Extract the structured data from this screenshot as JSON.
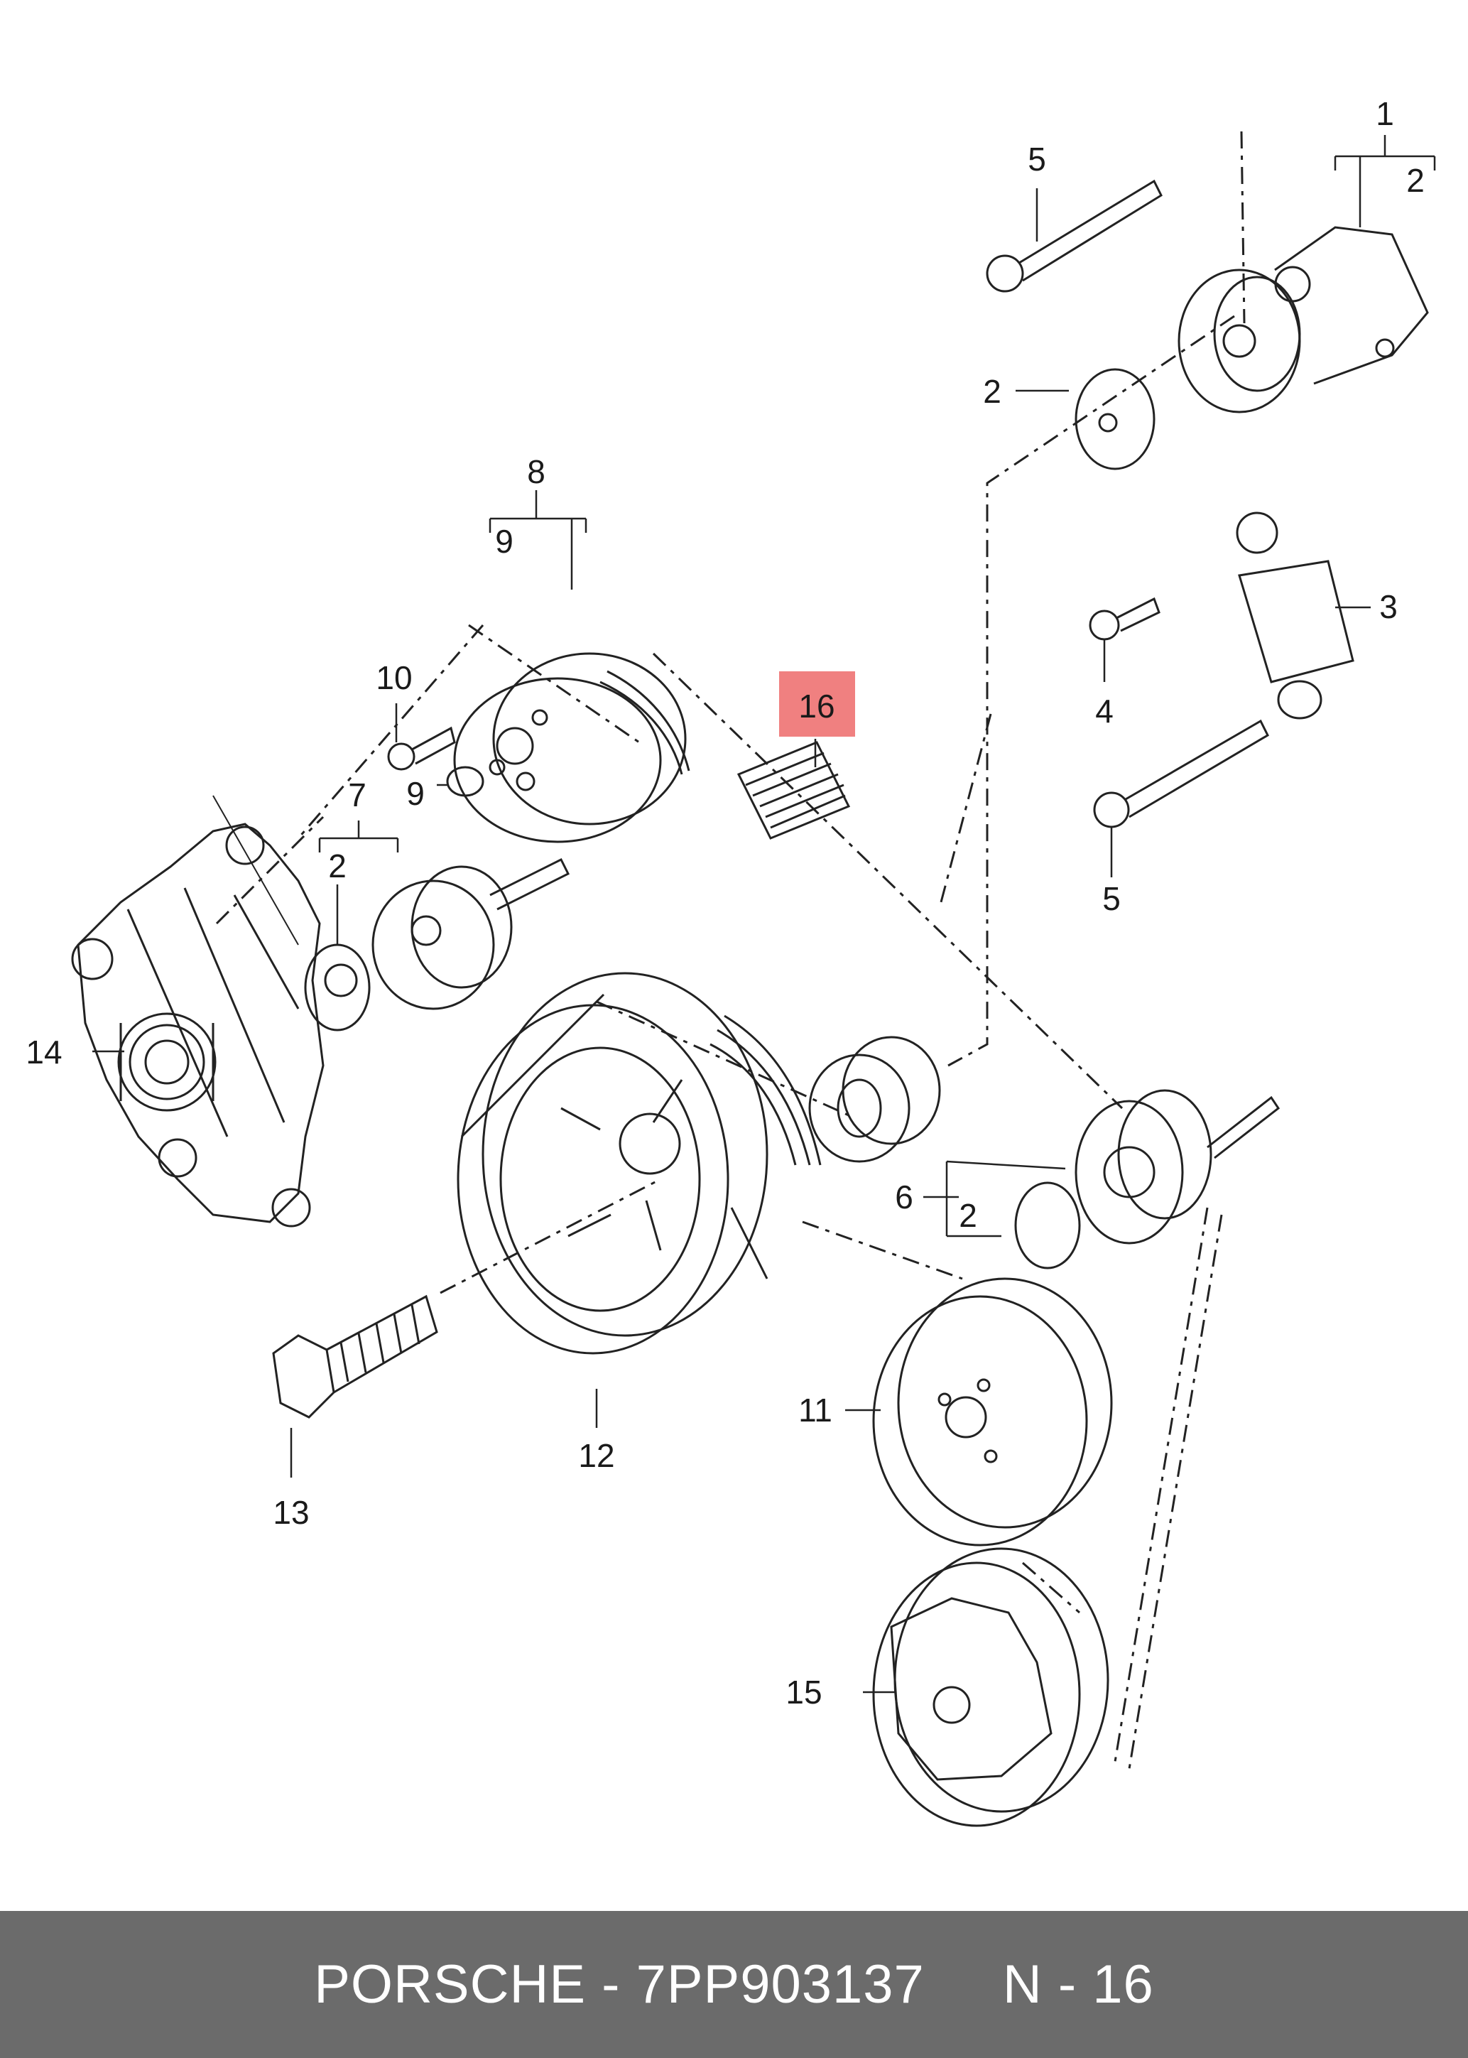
{
  "callouts": {
    "c1": "1",
    "c2a": "2",
    "c2b": "2",
    "c2c": "2",
    "c2d": "2",
    "c3": "3",
    "c4": "4",
    "c5a": "5",
    "c5b": "5",
    "c6": "6",
    "c7": "7",
    "c8": "8",
    "c9a": "9",
    "c9b": "9",
    "c10": "10",
    "c11": "11",
    "c12": "12",
    "c13": "13",
    "c14": "14",
    "c15": "15",
    "c16": "16"
  },
  "highlight_color": "#f08080",
  "footer": {
    "part": "PORSCHE - 7PP903137",
    "ref": "N - 16"
  }
}
